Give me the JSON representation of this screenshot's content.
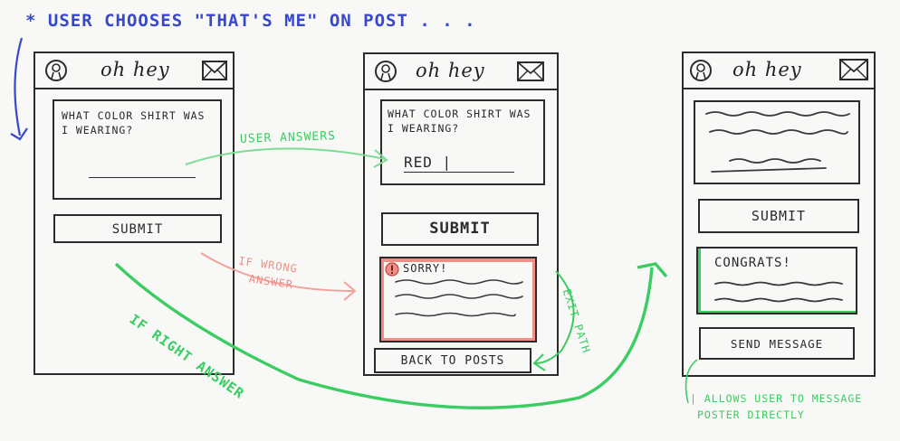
{
  "top_note": "* USER CHOOSES \"THAT'S ME\" ON POST . . .",
  "brand": "oh hey",
  "screen1": {
    "question": [
      "WHAT COLOR SHIRT WAS",
      "I WEARING?"
    ],
    "submit": "SUBMIT"
  },
  "screen2": {
    "question": [
      "WHAT COLOR SHIRT WAS",
      "I WEARING?"
    ],
    "answer": "RED |",
    "submit": "SUBMIT",
    "error": "SORRY!",
    "back": "BACK TO POSTS"
  },
  "screen3": {
    "submit": "SUBMIT",
    "congrats": "CONGRATS!",
    "send": "SEND MESSAGE"
  },
  "annotations": {
    "user_answers": "USER ANSWERS",
    "if_wrong": [
      "IF WRONG",
      "ANSWER"
    ],
    "if_right": "IF RIGHT ANSWER",
    "exit_path": "EXIT PATH",
    "allows": [
      "| ALLOWS USER TO MESSAGE",
      "POSTER DIRECTLY"
    ]
  },
  "colors": {
    "ink": "#2b2b2b",
    "blue": "#3848cc",
    "green": "#3bcc62",
    "red": "#ee8e86"
  },
  "icons": [
    "avatar-icon",
    "mail-icon",
    "error-icon"
  ]
}
